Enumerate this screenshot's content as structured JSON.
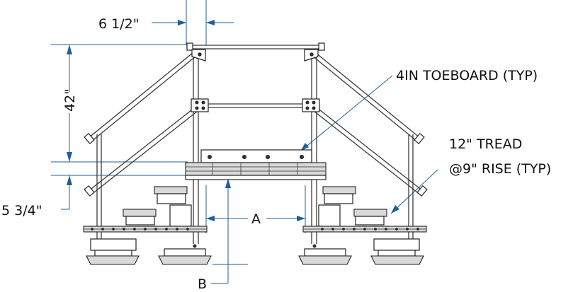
{
  "drawing": {
    "type": "crossover-platform-elevation",
    "colors": {
      "line": "#222222",
      "dimension": "#1f5f99",
      "background": "#ffffff"
    },
    "labels": {
      "top_width": "6 1/2\"",
      "handrail_height": "42\"",
      "bottom_rise": "5 3/4\"",
      "toeboard": "4IN TOEBOARD (TYP)",
      "tread_line1": "12\" TREAD",
      "tread_line2": "@9\" RISE (TYP)",
      "dim_a": "A",
      "dim_b": "B"
    }
  }
}
